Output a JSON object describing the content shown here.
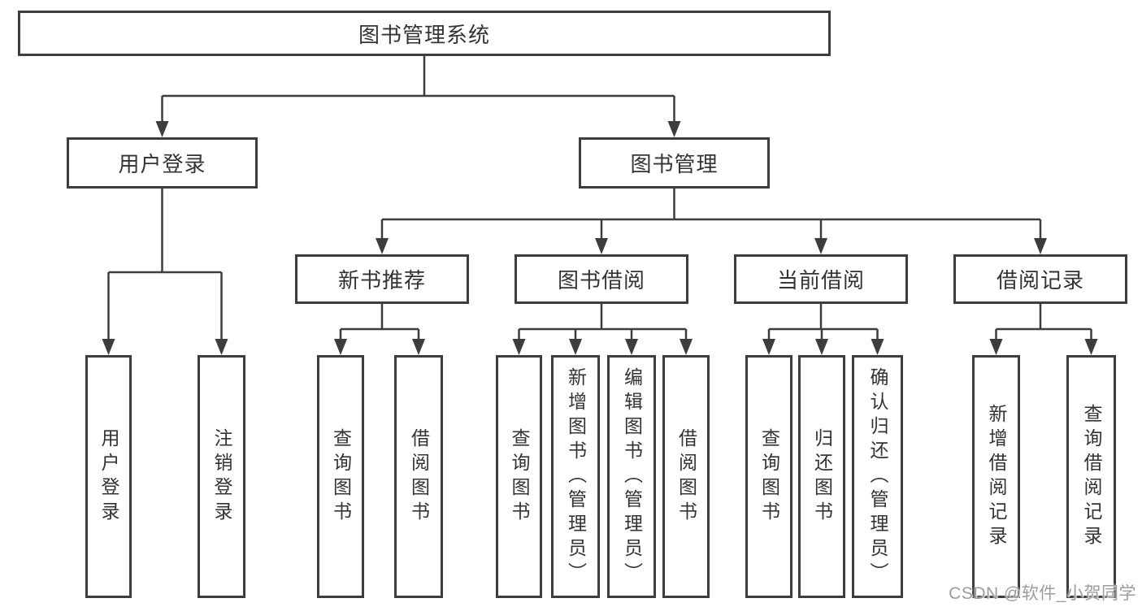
{
  "root": {
    "label": "图书管理系统"
  },
  "branches": [
    {
      "label": "用户登录",
      "children": [
        {
          "label": "用户登录"
        },
        {
          "label": "注销登录"
        }
      ]
    },
    {
      "label": "图书管理",
      "children": [
        {
          "label": "新书推荐",
          "children": [
            {
              "label": "查询图书"
            },
            {
              "label": "借阅图书"
            }
          ]
        },
        {
          "label": "图书借阅",
          "children": [
            {
              "label": "查询图书"
            },
            {
              "label": "新增图书（管理员）"
            },
            {
              "label": "编辑图书（管理员）"
            },
            {
              "label": "借阅图书"
            }
          ]
        },
        {
          "label": "当前借阅",
          "children": [
            {
              "label": "查询图书"
            },
            {
              "label": "归还图书"
            },
            {
              "label": "确认归还（管理员）"
            }
          ]
        },
        {
          "label": "借阅记录",
          "children": [
            {
              "label": "新增借阅记录"
            },
            {
              "label": "查询借阅记录"
            }
          ]
        }
      ]
    }
  ],
  "watermark": {
    "text": "CSDN @软件_小贺同学"
  },
  "colors": {
    "line": "#3d3d3d",
    "text": "#333333",
    "box_bg": "#ffffff",
    "background": "#ffffff",
    "watermark": "#9c9c9c"
  }
}
